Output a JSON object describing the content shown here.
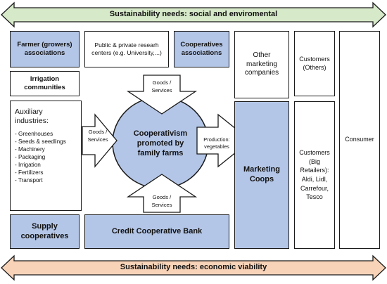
{
  "banner_top": "Sustainability needs: social and enviromental",
  "banner_bottom": "Sustainability needs: economic viability",
  "top_row": {
    "farmer_associations": "Farmer (growers) associations",
    "research_centers": "Public & private researh centers (e.g. University,...)",
    "cooperatives_associations": "Cooperatives associations",
    "other_marketing": "Other marketing companies"
  },
  "irrigation": "Irrigation communities",
  "auxiliary": {
    "title": "Auxiliary industries:",
    "items": [
      "- Greenhouses",
      "- Seeds & seedlings",
      "- Machinery",
      "- Packaging",
      "- Irrigation",
      "- Fertilizers",
      "- Transport"
    ]
  },
  "center": {
    "title": "Cooperativism promoted by family farms",
    "arrow_top": "Goods / Services",
    "arrow_left": "Goods / Services",
    "arrow_bottom": "Goods / Services",
    "arrow_right": "Production: vegetables"
  },
  "supply_coops": "Supply cooperatives",
  "credit_bank": "Credit Cooperative Bank",
  "marketing_coops": "Marketing Coops",
  "customers_others": "Customers (Others)",
  "customers_big": "Customers (Big Retailers): Aldi, Lidl, Carrefour, Tesco",
  "consumer": "Consumer",
  "colors": {
    "blue_fill": "#b4c6e7",
    "top_banner": "#d6e9c9",
    "bottom_banner": "#f8d3b8"
  }
}
